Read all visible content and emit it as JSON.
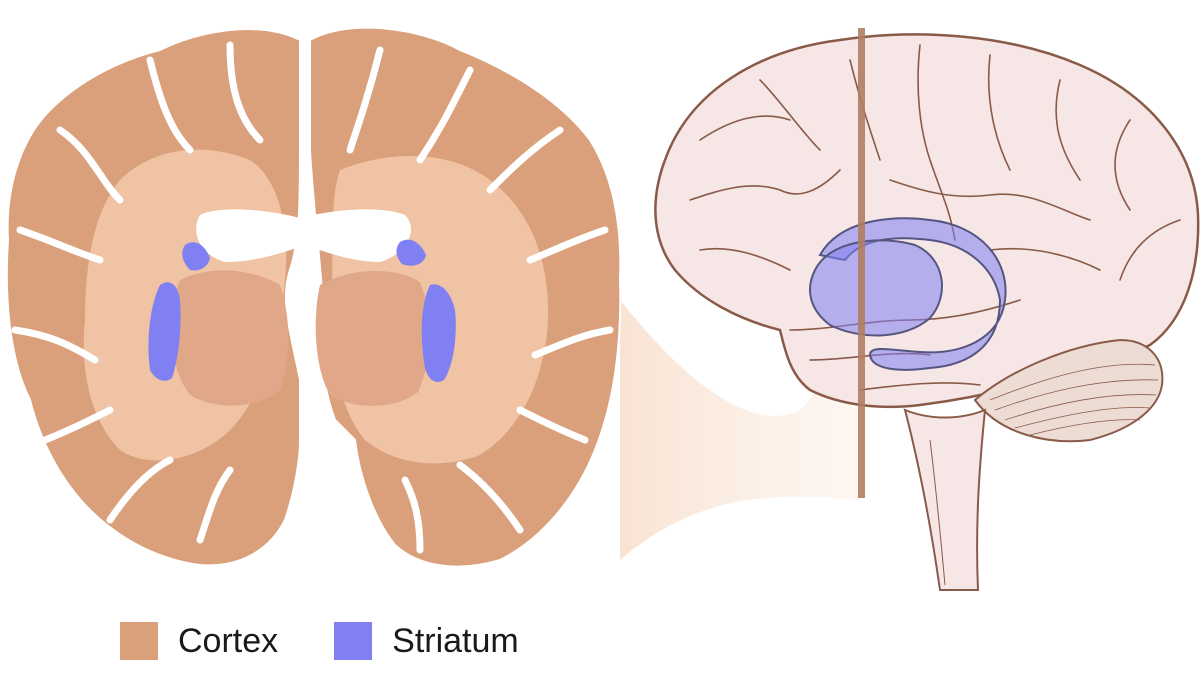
{
  "colors": {
    "cortex": "#daa07b",
    "cortex_light": "#efc3a3",
    "striatum": "#8080f2",
    "brain_outline": "#8a5a48",
    "brain_fill": "#f6e6e6",
    "section_line": "#b07d62"
  },
  "legend": [
    {
      "label": "Cortex",
      "color": "#daa07b",
      "icon": "cortex-swatch"
    },
    {
      "label": "Striatum",
      "color": "#8080f2",
      "icon": "striatum-swatch"
    }
  ]
}
